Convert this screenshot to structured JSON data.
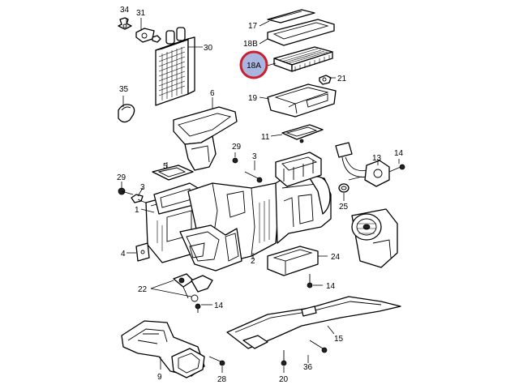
{
  "diagram": {
    "callouts": [
      {
        "id": "34",
        "text": "34"
      },
      {
        "id": "31",
        "text": "31"
      },
      {
        "id": "30",
        "text": "30"
      },
      {
        "id": "35",
        "text": "35"
      },
      {
        "id": "6",
        "text": "6"
      },
      {
        "id": "5",
        "text": "5"
      },
      {
        "id": "29a",
        "text": "29"
      },
      {
        "id": "29b",
        "text": "29"
      },
      {
        "id": "3a",
        "text": "3"
      },
      {
        "id": "3b",
        "text": "3"
      },
      {
        "id": "1",
        "text": "1"
      },
      {
        "id": "4",
        "text": "4"
      },
      {
        "id": "22",
        "text": "22"
      },
      {
        "id": "14a",
        "text": "14"
      },
      {
        "id": "14b",
        "text": "14"
      },
      {
        "id": "14c",
        "text": "14"
      },
      {
        "id": "2",
        "text": "2"
      },
      {
        "id": "9",
        "text": "9"
      },
      {
        "id": "28",
        "text": "28"
      },
      {
        "id": "17",
        "text": "17"
      },
      {
        "id": "18B",
        "text": "18B"
      },
      {
        "id": "18A",
        "text": "18A"
      },
      {
        "id": "21",
        "text": "21"
      },
      {
        "id": "19",
        "text": "19"
      },
      {
        "id": "11",
        "text": "11"
      },
      {
        "id": "13",
        "text": "13"
      },
      {
        "id": "25",
        "text": "25"
      },
      {
        "id": "24",
        "text": "24"
      },
      {
        "id": "15",
        "text": "15"
      },
      {
        "id": "36",
        "text": "36"
      },
      {
        "id": "20",
        "text": "20"
      }
    ],
    "highlight": {
      "callout": "18A",
      "color": "#cc1f2d",
      "fill": "#a9b7e0"
    }
  }
}
